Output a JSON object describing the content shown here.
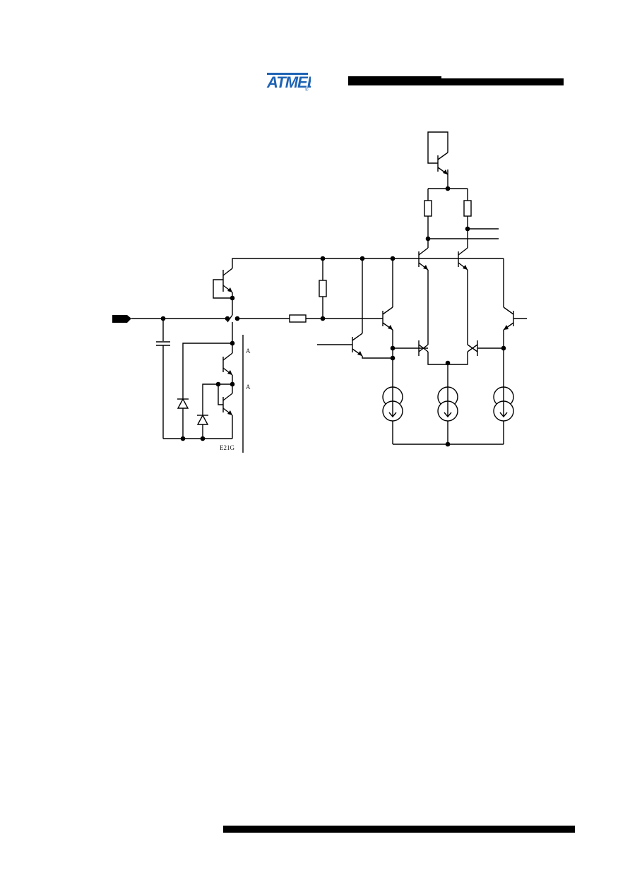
{
  "header": {
    "brand": "ATMEL",
    "brand_mark": "®",
    "brand_color": "#1f63b4"
  },
  "diagram": {
    "label_a1": "A",
    "label_a2": "A",
    "label_part": "E21G"
  }
}
